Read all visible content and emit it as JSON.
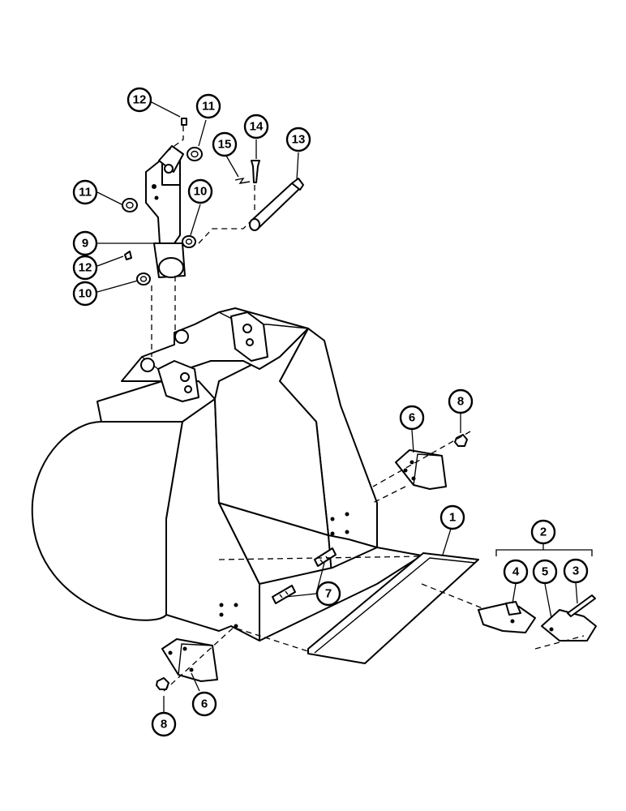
{
  "diagram": {
    "callouts": [
      {
        "id": "c12a",
        "label": "12"
      },
      {
        "id": "c11a",
        "label": "11"
      },
      {
        "id": "c14",
        "label": "14"
      },
      {
        "id": "c13",
        "label": "13"
      },
      {
        "id": "c15",
        "label": "15"
      },
      {
        "id": "c11b",
        "label": "11"
      },
      {
        "id": "c10a",
        "label": "10"
      },
      {
        "id": "c9",
        "label": "9"
      },
      {
        "id": "c12b",
        "label": "12"
      },
      {
        "id": "c10b",
        "label": "10"
      },
      {
        "id": "c8a",
        "label": "8"
      },
      {
        "id": "c6a",
        "label": "6"
      },
      {
        "id": "c1",
        "label": "1"
      },
      {
        "id": "c2",
        "label": "2"
      },
      {
        "id": "c4",
        "label": "4"
      },
      {
        "id": "c5",
        "label": "5"
      },
      {
        "id": "c3",
        "label": "3"
      },
      {
        "id": "c7",
        "label": "7"
      },
      {
        "id": "c8b",
        "label": "8"
      },
      {
        "id": "c6b",
        "label": "6"
      }
    ]
  }
}
